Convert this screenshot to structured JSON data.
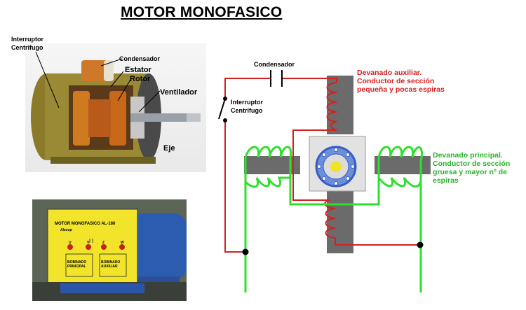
{
  "title": "MOTOR MONOFASICO",
  "photo_labels": {
    "interruptor": [
      "Interruptor",
      "Centrifugo"
    ],
    "condensador": "Condensador",
    "estator": "Estator",
    "rotor": "Rotor",
    "ventilador": "Ventilador",
    "eje": "Eje"
  },
  "trainer_panel": {
    "heading": "MOTOR MONOFASICO AL-186",
    "brand": "Alecop",
    "terminals": [
      "U",
      "V",
      "Z",
      "W"
    ],
    "box_left": [
      "BOBINADO",
      "PRINCIPAL"
    ],
    "box_right": [
      "BOBINADO",
      "AUXILIAR"
    ]
  },
  "schematic": {
    "capacitor_label": "Condensador",
    "switch_label": [
      "Interruptor",
      "Centrífugo"
    ],
    "auxiliary_label": [
      "Devanado auxiliar.",
      "Conductor de sección",
      "pequeña y pocas espiras"
    ],
    "main_label": [
      "Devanado principal.",
      "Conductor de sección",
      "gruesa y mayor nº de",
      "espiras"
    ]
  },
  "colors": {
    "auxiliary_wire": "#d52020",
    "main_wire": "#2ee02e",
    "core": "#6b6b6b",
    "rotor_ring": "#3a5cc8",
    "rotor_center": "#f2e22a"
  }
}
